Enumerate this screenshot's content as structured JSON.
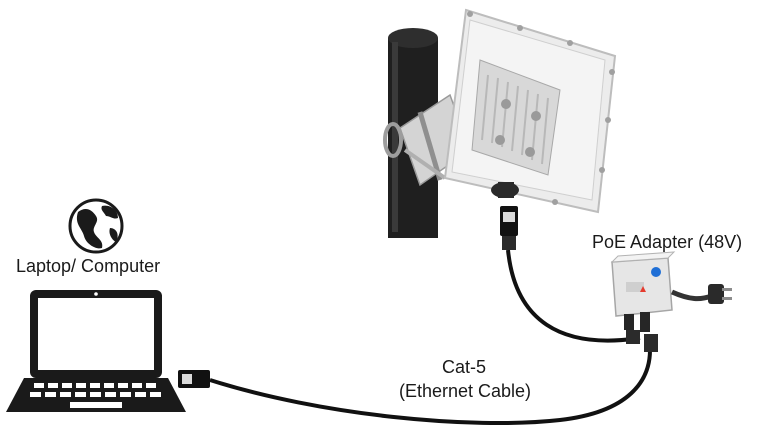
{
  "diagram": {
    "laptop_label": "Laptop/ Computer",
    "poe_label": "PoE Adapter (48V)",
    "cable_label_line1": "Cat-5",
    "cable_label_line2": "(Ethernet Cable)"
  },
  "icons": {
    "globe": "globe-icon",
    "laptop": "laptop-icon",
    "access_point": "outdoor-access-point",
    "poe_adapter": "poe-adapter",
    "plug": "power-plug"
  },
  "colors": {
    "line": "#111111",
    "device_body": "#e9e9e9",
    "pole": "#1f1f1f"
  }
}
